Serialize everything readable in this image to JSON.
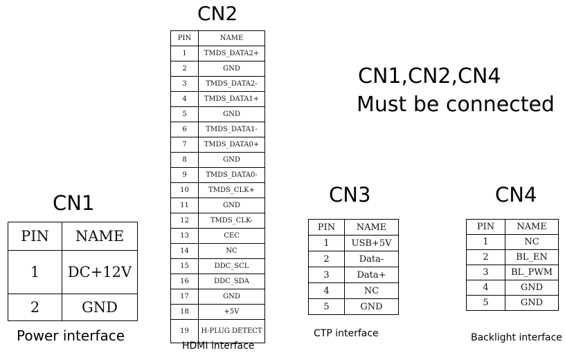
{
  "note": {
    "line1": "CN1,CN2,CN4",
    "line2": "Must be connected"
  },
  "cn1": {
    "title": "CN1",
    "headers": [
      "PIN",
      "NAME"
    ],
    "rows": [
      {
        "pin": "1",
        "name": "DC+12V"
      },
      {
        "pin": "2",
        "name": "GND"
      }
    ],
    "caption": "Power interface"
  },
  "cn2": {
    "title": "CN2",
    "headers": [
      "PIN",
      "NAME"
    ],
    "rows": [
      {
        "pin": "1",
        "name": "TMDS_DATA2+"
      },
      {
        "pin": "2",
        "name": "GND"
      },
      {
        "pin": "3",
        "name": "TMDS_DATA2-"
      },
      {
        "pin": "4",
        "name": "TMDS_DATA1+"
      },
      {
        "pin": "5",
        "name": "GND"
      },
      {
        "pin": "6",
        "name": "TMDS_DATA1-"
      },
      {
        "pin": "7",
        "name": "TMDS_DATA0+"
      },
      {
        "pin": "8",
        "name": "GND"
      },
      {
        "pin": "9",
        "name": "TMDS_DATA0-"
      },
      {
        "pin": "10",
        "name": "TMDS_CLK+"
      },
      {
        "pin": "11",
        "name": "GND"
      },
      {
        "pin": "12",
        "name": "TMDS_CLK-"
      },
      {
        "pin": "13",
        "name": "CEC"
      },
      {
        "pin": "14",
        "name": "NC"
      },
      {
        "pin": "15",
        "name": "DDC_SCL"
      },
      {
        "pin": "16",
        "name": "DDC_SDA"
      },
      {
        "pin": "17",
        "name": "GND"
      },
      {
        "pin": "18",
        "name": "+5V"
      },
      {
        "pin": "19",
        "name": "H-PLUG DETECT"
      }
    ],
    "caption": "HDMI interface"
  },
  "cn3": {
    "title": "CN3",
    "headers": [
      "PIN",
      "NAME"
    ],
    "rows": [
      {
        "pin": "1",
        "name": "USB+5V"
      },
      {
        "pin": "2",
        "name": "Data-"
      },
      {
        "pin": "3",
        "name": "Data+"
      },
      {
        "pin": "4",
        "name": "NC"
      },
      {
        "pin": "5",
        "name": "GND"
      }
    ],
    "caption": "CTP interface"
  },
  "cn4": {
    "title": "CN4",
    "headers": [
      "PIN",
      "NAME"
    ],
    "rows": [
      {
        "pin": "1",
        "name": "NC"
      },
      {
        "pin": "2",
        "name": "BL_EN"
      },
      {
        "pin": "3",
        "name": "BL_PWM"
      },
      {
        "pin": "4",
        "name": "GND"
      },
      {
        "pin": "5",
        "name": "GND"
      }
    ],
    "caption": "Backlight interface"
  }
}
